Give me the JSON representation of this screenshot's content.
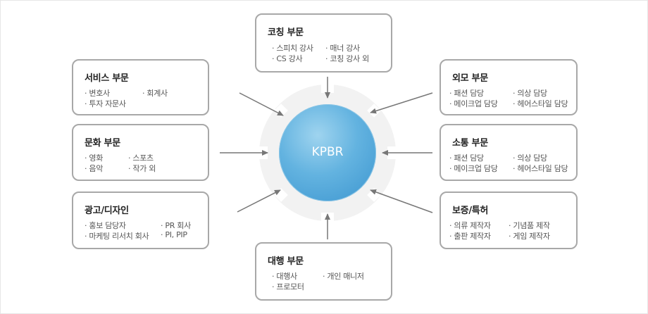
{
  "hub": {
    "label": "KPBR"
  },
  "boxes": {
    "coaching": {
      "title": "코칭 부문",
      "items": [
        "· 스피치 강사",
        "· 매너 강사",
        "· CS 강사",
        "· 코칭 강사 외"
      ]
    },
    "service": {
      "title": "서비스 부문",
      "items": [
        "· 변호사",
        "· 회계사",
        "· 투자 자문사"
      ]
    },
    "culture": {
      "title": "문화 부문",
      "items": [
        "· 영화",
        "· 스포츠",
        "· 음악",
        "· 작가 외"
      ]
    },
    "ad": {
      "title": "광고/디자인",
      "items": [
        "· 홍보 담당자",
        "· PR 회사",
        "· 마케팅 리서치 회사",
        "· PI, PIP"
      ]
    },
    "agency": {
      "title": "대행 부문",
      "items": [
        "· 대행사",
        "· 개인 매니저",
        "· 프로모터"
      ]
    },
    "appearance": {
      "title": "외모 부문",
      "items": [
        "· 패션 담당",
        "· 의상 담당",
        "· 메이크업 담당",
        "· 헤어스타일 담당"
      ]
    },
    "communication": {
      "title": "소통 부문",
      "items": [
        "· 패션 담당",
        "· 의상 담당",
        "· 메이크업 담당",
        "· 헤어스타일 담당"
      ]
    },
    "patent": {
      "title": "보증/특허",
      "items": [
        "· 의류 제작자",
        "· 기념품 제작",
        "· 출판 제작자",
        "· 게임 제작자"
      ]
    }
  },
  "colors": {
    "hub": "#4aa3d8",
    "ring": "#f2f2f2",
    "border": "#a8a8a8",
    "arrow": "#777777"
  }
}
